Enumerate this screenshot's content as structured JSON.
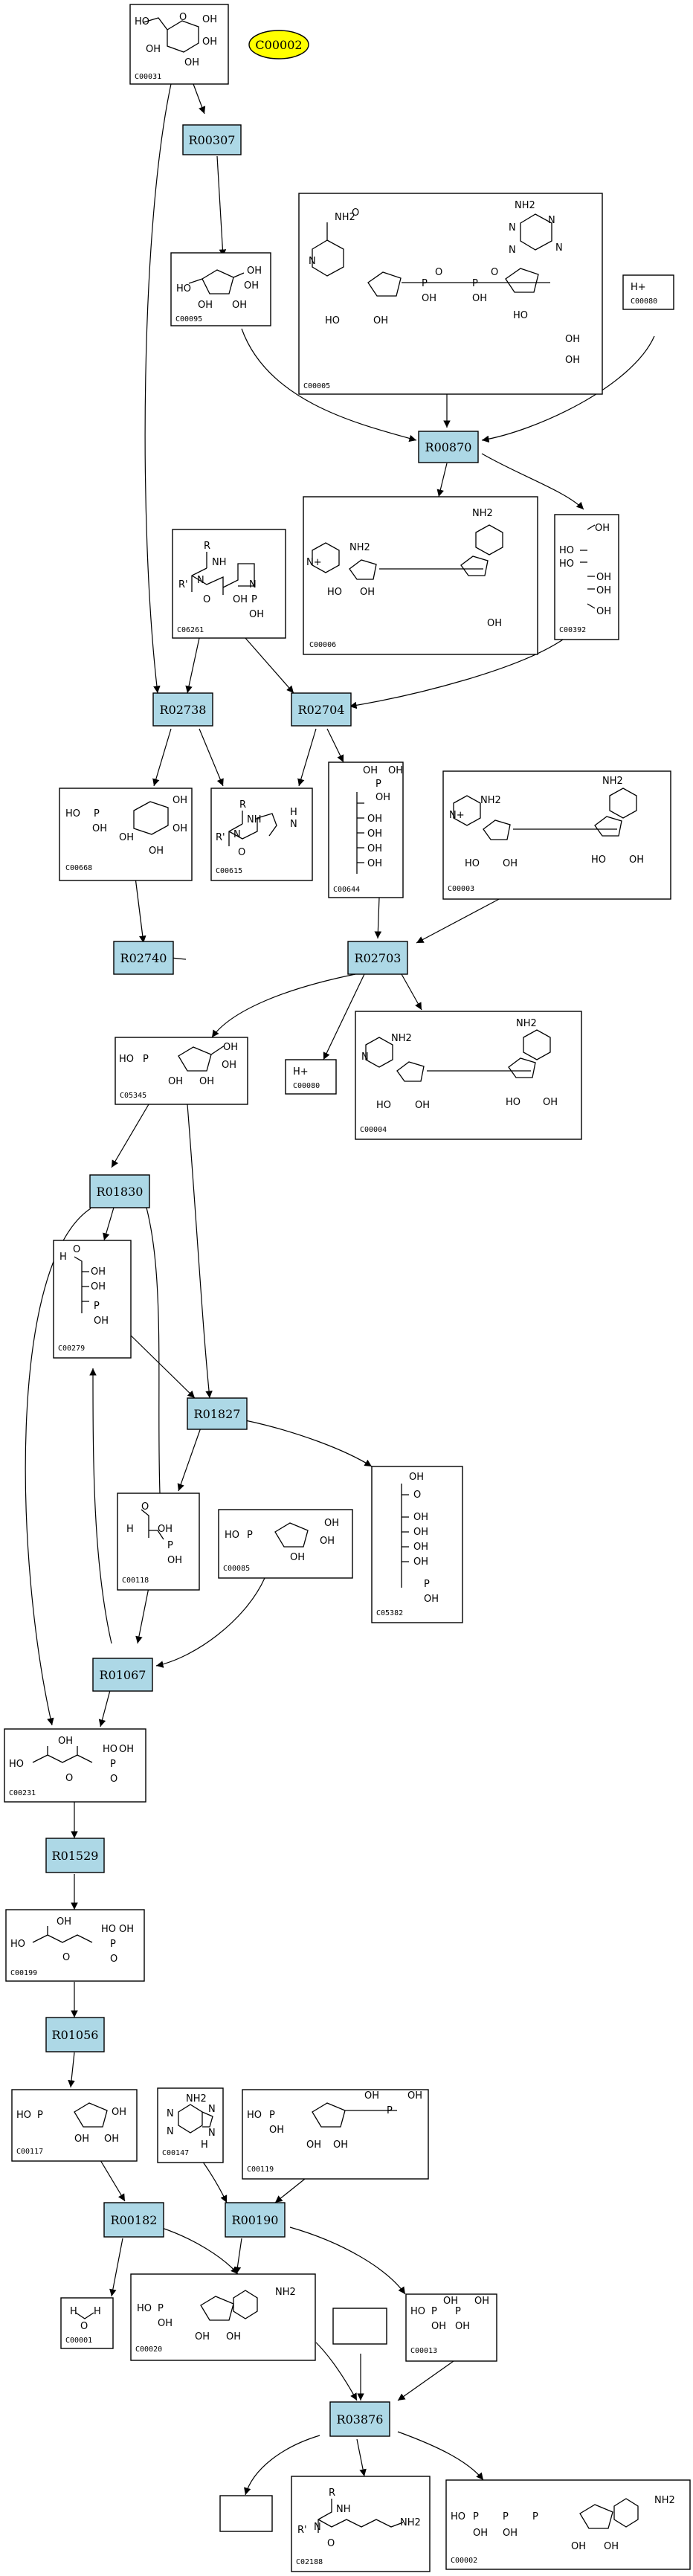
{
  "highlight": {
    "label": "C00002",
    "color": "#ffff00"
  },
  "colors": {
    "reaction_fill": "#add8e6",
    "compound_fill": "#ffffff",
    "edge": "#000000"
  },
  "reactions": {
    "R00307": "R00307",
    "R00870": "R00870",
    "R02738": "R02738",
    "R02704": "R02704",
    "R02740": "R02740",
    "R02703": "R02703",
    "R01830": "R01830",
    "R01827": "R01827",
    "R01067": "R01067",
    "R01529": "R01529",
    "R01056": "R01056",
    "R00182": "R00182",
    "R00190": "R00190",
    "R03876": "R03876"
  },
  "compounds": {
    "C00031": {
      "id": "C00031",
      "atoms": [
        "HO",
        "OH",
        "OH",
        "OH",
        "OH",
        "O"
      ]
    },
    "C00095": {
      "id": "C00095",
      "atoms": [
        "HO",
        "OH",
        "OH",
        "OH",
        "OH"
      ]
    },
    "C00005": {
      "id": "C00005",
      "atoms": [
        "NH2",
        "NH2",
        "O",
        "O",
        "O",
        "P",
        "P",
        "OH",
        "OH",
        "HO",
        "OH",
        "HO",
        "OH",
        "OH",
        "N",
        "N",
        "N",
        "N",
        "N"
      ]
    },
    "C00080a": {
      "id": "C00080",
      "atoms": [
        "H+"
      ]
    },
    "C06261": {
      "id": "C06261",
      "atoms": [
        "R",
        "NH",
        "R'",
        "N",
        "O",
        "N",
        "OH",
        "P",
        "OH"
      ]
    },
    "C00006": {
      "id": "C00006",
      "atoms": [
        "NH2",
        "NH2",
        "N+",
        "HO",
        "OH",
        "OH"
      ]
    },
    "C00392": {
      "id": "C00392",
      "atoms": [
        "OH",
        "HO",
        "HO",
        "OH",
        "OH",
        "OH"
      ]
    },
    "C00668": {
      "id": "C00668",
      "atoms": [
        "HO",
        "P",
        "OH",
        "OH",
        "OH",
        "OH",
        "OH"
      ]
    },
    "C00615": {
      "id": "C00615",
      "atoms": [
        "R",
        "NH",
        "R'",
        "N",
        "O",
        "N",
        "H"
      ]
    },
    "C00644": {
      "id": "C00644",
      "atoms": [
        "OH",
        "OH",
        "P",
        "OH",
        "OH",
        "OH",
        "OH",
        "OH"
      ]
    },
    "C00003": {
      "id": "C00003",
      "atoms": [
        "NH2",
        "NH2",
        "N+",
        "HO",
        "OH",
        "HO",
        "OH"
      ]
    },
    "C05345": {
      "id": "C05345",
      "atoms": [
        "HO",
        "P",
        "OH",
        "OH",
        "OH",
        "OH"
      ]
    },
    "C00080b": {
      "id": "C00080",
      "atoms": [
        "H+"
      ]
    },
    "C00004": {
      "id": "C00004",
      "atoms": [
        "NH2",
        "NH2",
        "N",
        "HO",
        "OH",
        "HO",
        "OH"
      ]
    },
    "C00279": {
      "id": "C00279",
      "atoms": [
        "H",
        "O",
        "OH",
        "OH",
        "P",
        "OH"
      ]
    },
    "C00118": {
      "id": "C00118",
      "atoms": [
        "H",
        "OH",
        "O",
        "P",
        "OH"
      ]
    },
    "C00085": {
      "id": "C00085",
      "atoms": [
        "HO",
        "P",
        "OH",
        "OH",
        "OH"
      ]
    },
    "C05382": {
      "id": "C05382",
      "atoms": [
        "OH",
        "O",
        "OH",
        "OH",
        "OH",
        "OH",
        "P",
        "OH"
      ]
    },
    "C00231": {
      "id": "C00231",
      "atoms": [
        "HO",
        "OH",
        "O",
        "HO",
        "P",
        "OH",
        "O"
      ]
    },
    "C00199": {
      "id": "C00199",
      "atoms": [
        "HO",
        "OH",
        "O",
        "HO",
        "P",
        "OH",
        "O"
      ]
    },
    "C00117": {
      "id": "C00117",
      "atoms": [
        "HO",
        "P",
        "OH",
        "OH",
        "OH"
      ]
    },
    "C00147": {
      "id": "C00147",
      "atoms": [
        "NH2",
        "N",
        "N",
        "N",
        "N",
        "H"
      ]
    },
    "C00119": {
      "id": "C00119",
      "atoms": [
        "HO",
        "P",
        "OH",
        "OH",
        "P",
        "OH",
        "OH",
        "OH"
      ]
    },
    "C00001": {
      "id": "C00001",
      "atoms": [
        "H",
        "O",
        "H"
      ]
    },
    "C00020": {
      "id": "C00020",
      "atoms": [
        "HO",
        "P",
        "OH",
        "NH2",
        "OH",
        "OH"
      ]
    },
    "C00013": {
      "id": "C00013",
      "atoms": [
        "HO",
        "P",
        "OH",
        "P",
        "OH",
        "OH",
        "OH"
      ]
    },
    "C02188": {
      "id": "C02188",
      "atoms": [
        "R",
        "NH",
        "R'",
        "N",
        "O",
        "NH2"
      ]
    },
    "C00002": {
      "id": "C00002",
      "atoms": [
        "HO",
        "P",
        "P",
        "P",
        "NH2",
        "OH",
        "OH",
        "OH",
        "OH"
      ]
    }
  }
}
